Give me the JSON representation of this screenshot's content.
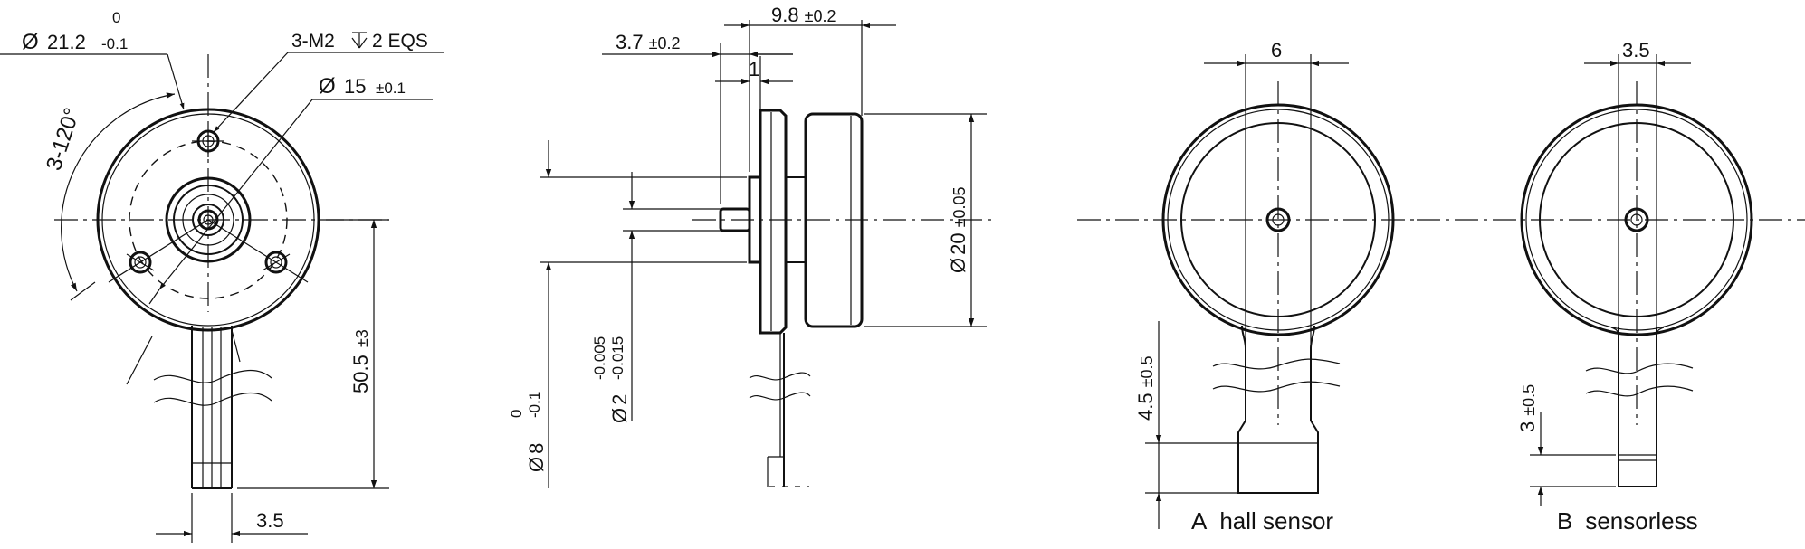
{
  "views": {
    "front": {
      "dim_diameter_outer_sym": "Ø",
      "dim_diameter_outer": "21.2",
      "dim_diameter_outer_upper_tol": "0",
      "dim_diameter_outer_lower_tol": "-0.1",
      "dim_holes_prefix": "3-M2",
      "dim_holes_depth": "2 EQS",
      "dim_bolt_circle_sym": "Ø",
      "dim_bolt_circle": "15",
      "dim_bolt_circle_tol": "±0.1",
      "dim_angle": "3-120°",
      "dim_lead_length": "50.5",
      "dim_lead_length_tol": "±3",
      "dim_cable_width": "3.5"
    },
    "side": {
      "dim_total_length": "9.8",
      "dim_total_length_tol": "±0.2",
      "dim_shaft_length": "3.7",
      "dim_shaft_length_tol": "±0.2",
      "dim_flange_thickness": "1",
      "dim_body_diameter_sym": "Ø",
      "dim_body_diameter": "20",
      "dim_body_diameter_tol": "±0.05",
      "dim_shaft_diameter_sym": "Ø",
      "dim_shaft_diameter": "2",
      "dim_shaft_diameter_upper_tol": "-0.005",
      "dim_shaft_diameter_lower_tol": "-0.015",
      "dim_hub_diameter_sym": "Ø",
      "dim_hub_diameter": "8",
      "dim_hub_diameter_upper_tol": "0",
      "dim_hub_diameter_lower_tol": "-0.1"
    },
    "variant_a": {
      "dim_tab_width": "6",
      "dim_tab_length": "4.5",
      "dim_tab_length_tol": "±0.5",
      "caption_letter": "A",
      "caption_text": "hall sensor"
    },
    "variant_b": {
      "dim_tab_width": "3.5",
      "dim_tab_length": "3",
      "dim_tab_length_tol": "±0.5",
      "caption_letter": "B",
      "caption_text": "sensorless"
    }
  }
}
